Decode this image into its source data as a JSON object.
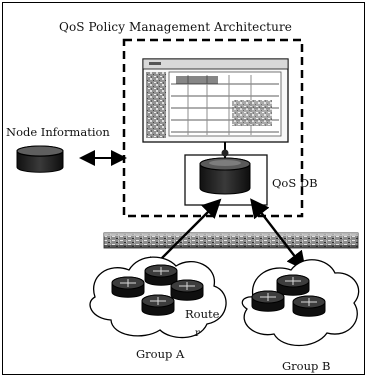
{
  "diagram": {
    "title": "QoS Policy Management Architecture",
    "node_information_label": "Node Information",
    "qos_db_label": "QoS DB",
    "router_label_part1": "Route",
    "router_label_part2": "r",
    "group_a_label": "Group A",
    "group_b_label": "Group B"
  }
}
